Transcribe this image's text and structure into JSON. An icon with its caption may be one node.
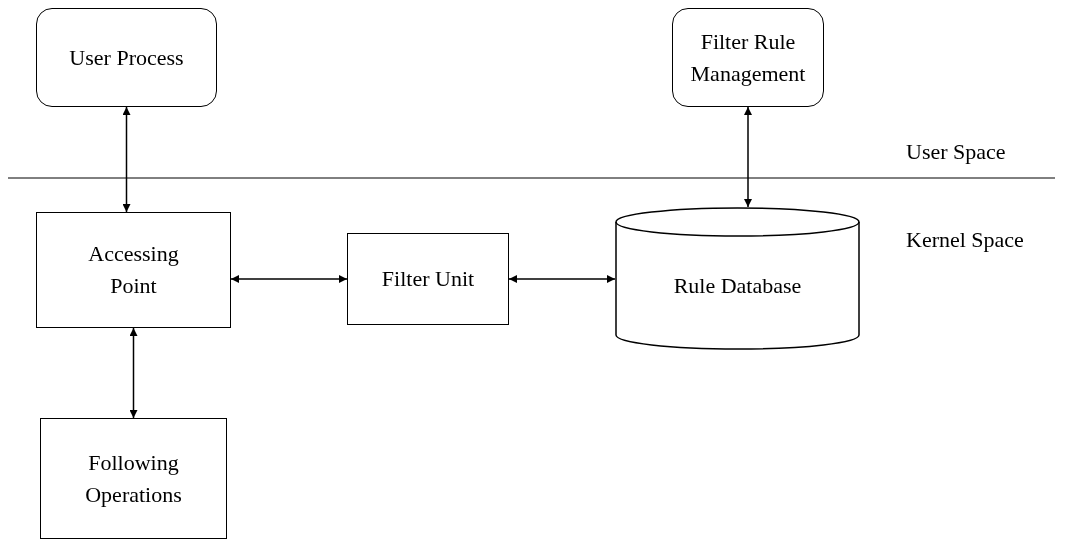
{
  "diagram": {
    "nodes": [
      {
        "text": [
          "User Process"
        ]
      },
      {
        "text": [
          "Filter Rule Management"
        ]
      },
      {
        "text": [
          "Accessing Point"
        ]
      },
      {
        "text": [
          "Filter Unit"
        ]
      },
      {
        "text": [
          "Rule Database"
        ]
      },
      {
        "text": [
          "Following Operations"
        ]
      }
    ],
    "edges": [
      {
        "from": 0,
        "to": 2,
        "arrow": "both"
      },
      {
        "from": 1,
        "to": 4,
        "arrow": "both"
      },
      {
        "from": 2,
        "to": 3,
        "arrow": "both"
      },
      {
        "from": 3,
        "to": 4,
        "arrow": "both"
      },
      {
        "from": 2,
        "to": 5,
        "arrow": "both"
      }
    ],
    "labels": [
      "User Space",
      "Kernel Space"
    ]
  }
}
